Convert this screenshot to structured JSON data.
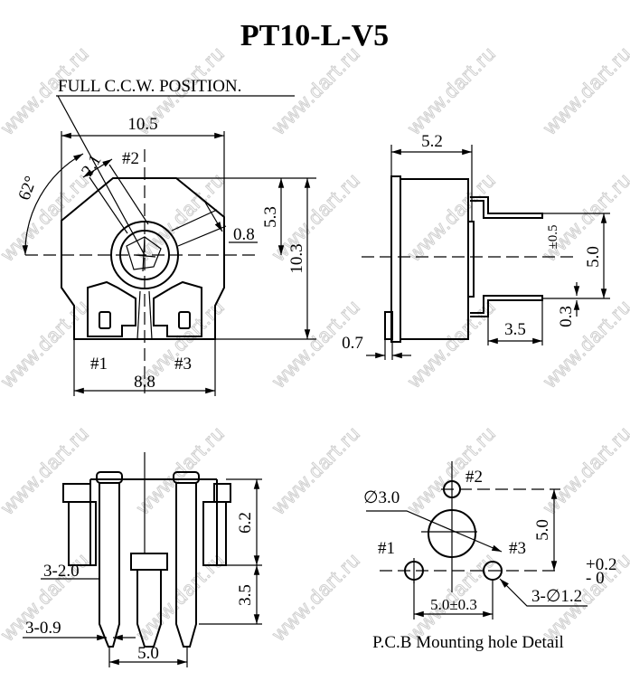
{
  "title": "PT10-L-V5",
  "watermark": "www.dart.ru",
  "front_view": {
    "note": "FULL C.C.W. POSITION.",
    "width": "10.5",
    "height": "10.3",
    "center_height": "5.3",
    "pin_span": "8.8",
    "slot_width": "2.1",
    "angle": "62°",
    "wall": "0.8",
    "pins": [
      "#1",
      "#2",
      "#3"
    ]
  },
  "side_view": {
    "depth": "5.2",
    "tolerance": "±0.5",
    "pin_spacing": "5.0",
    "pin_length": "3.5",
    "pin_thickness": "0.3",
    "base": "0.7"
  },
  "bottom_view": {
    "height": "6.2",
    "pin_length": "3.5",
    "pin_width": "3-2.0",
    "pin_thickness": "3-0.9",
    "pitch": "5.0"
  },
  "pcb_detail": {
    "caption": "P.C.B Mounting hole Detail",
    "center_hole": "∅3.0",
    "holes": "3-∅1.2",
    "tol_plus": "+0.2",
    "tol_minus": "- 0",
    "vertical": "5.0",
    "horizontal": "5.0±0.3",
    "pins": [
      "#1",
      "#2",
      "#3"
    ]
  }
}
